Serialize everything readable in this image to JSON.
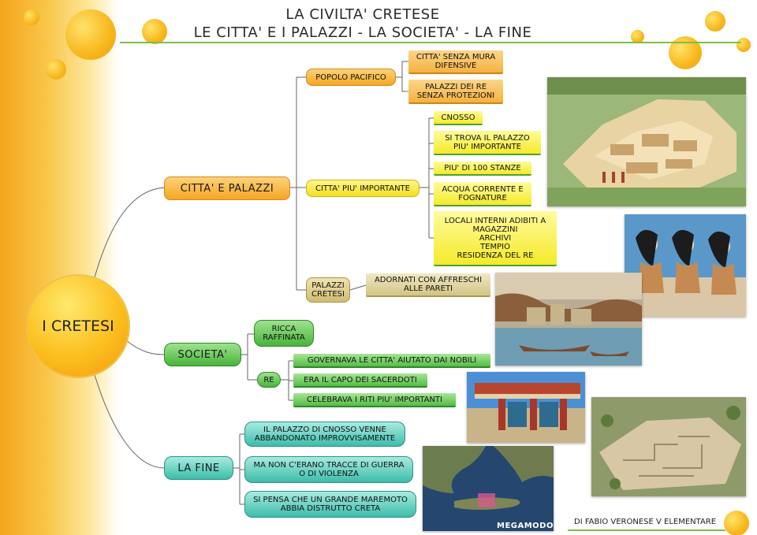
{
  "header": {
    "title_line1": "LA CIVILTA' CRETESE",
    "title_line2": "LE CITTA' E I PALAZZI - LA SOCIETA' - LA FINE"
  },
  "center": {
    "label": "I CRETESI"
  },
  "branches": {
    "citta": {
      "label": "CITTA' E PALAZZI",
      "popolo": {
        "label": "POPOLO PACIFICO",
        "items": [
          "CITTA' SENZA MURA\nDIFENSIVE",
          "PALAZZI DEI RE\nSENZA PROTEZIONI"
        ]
      },
      "importante": {
        "label": "CITTA' PIU' IMPORTANTE",
        "items": [
          "CNOSSO",
          "SI TROVA IL PALAZZO\nPIU' IMPORTANTE",
          "PIU' DI  100 STANZE",
          "ACQUA CORRENTE E\nFOGNATURE",
          "LOCALI INTERNI ADIBITI A\nMAGAZZINI\nARCHIVI\nTEMPIO\nRESIDENZA DEL RE"
        ]
      },
      "palazzi": {
        "label": "PALAZZI\nCRETESI",
        "items": [
          "ADORNATI CON AFFRESCHI\nALLE PARETI"
        ]
      }
    },
    "societa": {
      "label": "SOCIETA'",
      "ricca": "RICCA\nRAFFINATA",
      "re": {
        "label": "RE",
        "items": [
          "GOVERNAVA LE CITTA' AIUTATO DAI NOBILI",
          "ERA IL CAPO DEI SACERDOTI",
          "CELEBRAVA I RITI PIU' IMPORTANTI"
        ]
      }
    },
    "fine": {
      "label": "LA FINE",
      "items": [
        "IL PALAZZO DI CNOSSO VENNE\nABBANDONATO IMPROVVISAMENTE",
        "MA NON C'ERANO TRACCE DI GUERRA\nO DI VIOLENZA",
        "SI PENSA CHE UN GRANDE MAREMOTO\nABBIA DISTRUTTO CRETA"
      ]
    }
  },
  "footer": {
    "credit": "DI FABIO VERONESE V ELEMENTARE",
    "map_watermark": "MEGAMODO"
  },
  "colors": {
    "accent_green": "#7dc040",
    "sun_orange": "#f8b61c"
  }
}
